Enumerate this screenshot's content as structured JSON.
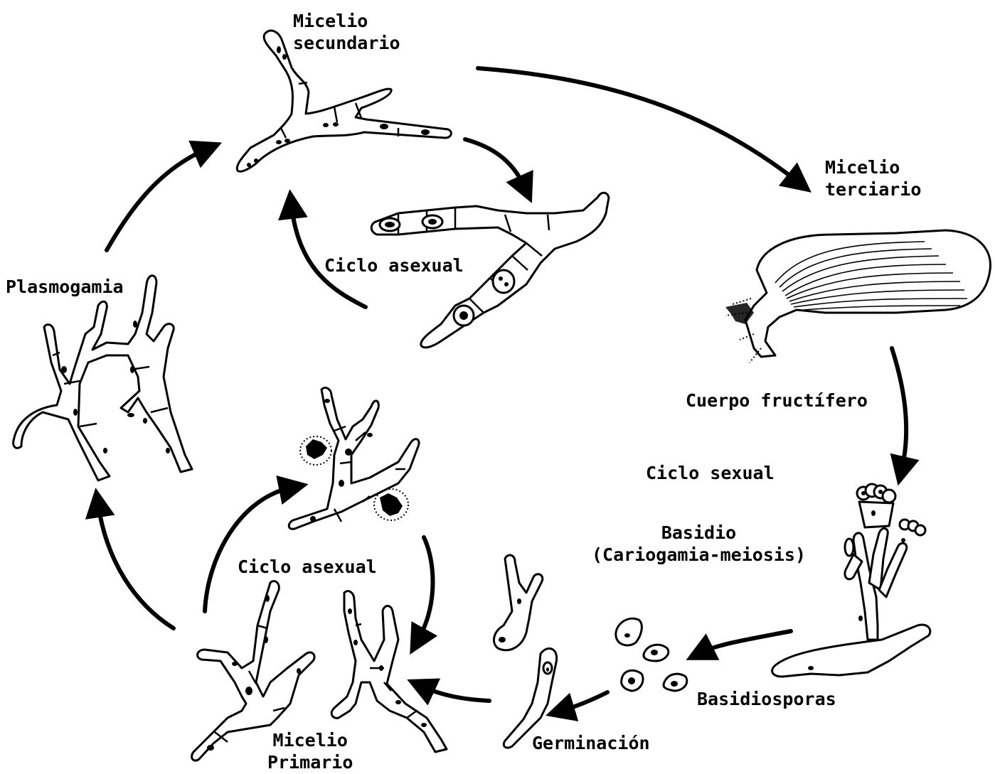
{
  "labels": {
    "micelio_secundario": "Micelio\nsecundario",
    "micelio_terciario": "Micelio\nterciario",
    "ciclo_asexual_top": "Ciclo asexual",
    "plasmogamia": "Plasmogamia",
    "cuerpo_fructifero": "Cuerpo fructífero",
    "ciclo_sexual": "Ciclo sexual",
    "basidio": "Basidio\n(Cariogamia-meiosis)",
    "ciclo_asexual_bottom": "Ciclo asexual",
    "basidiosporas": "Basidiosporas",
    "germinacion": "Germinación",
    "micelio_primario": "Micelio\nPrimario"
  },
  "colors": {
    "ink": "#000000",
    "background": "#ffffff"
  }
}
